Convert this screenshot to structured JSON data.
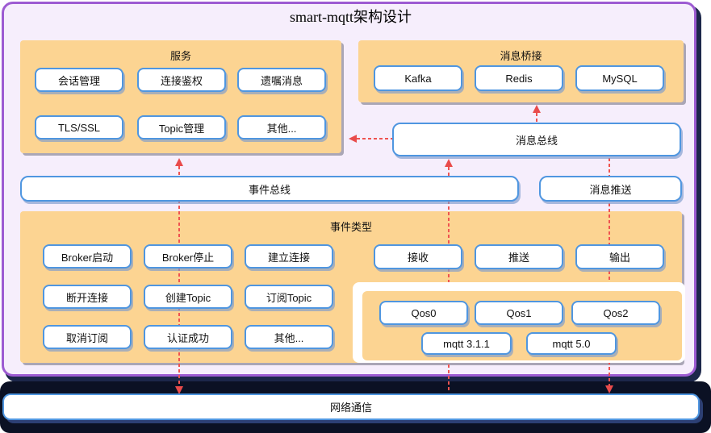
{
  "title": "smart-mqtt架构设计",
  "services": {
    "title": "服务",
    "items": [
      "会话管理",
      "连接鉴权",
      "遗嘱消息",
      "TLS/SSL",
      "Topic管理",
      "其他..."
    ]
  },
  "bridge": {
    "title": "消息桥接",
    "items": [
      "Kafka",
      "Redis",
      "MySQL"
    ]
  },
  "buses": {
    "message_bus": "消息总线",
    "event_bus": "事件总线",
    "message_push": "消息推送",
    "network": "网络通信"
  },
  "event_types": {
    "title": "事件类型",
    "left_items": [
      "Broker启动",
      "Broker停止",
      "建立连接",
      "断开连接",
      "创建Topic",
      "订阅Topic",
      "取消订阅",
      "认证成功",
      "其他..."
    ],
    "right_items": [
      "接收",
      "推送",
      "输出"
    ],
    "qos_items": [
      "Qos0",
      "Qos1",
      "Qos2"
    ],
    "mqtt_items": [
      "mqtt 3.1.1",
      "mqtt 5.0"
    ]
  },
  "colors": {
    "panel_orange": "#fcd492",
    "node_border_blue": "#4f96e0",
    "container_border_purple": "#9d5bd2",
    "container_bg": "#f6eefc",
    "arrow_red": "#ef5350",
    "network_band_navy": "#0b1124"
  }
}
